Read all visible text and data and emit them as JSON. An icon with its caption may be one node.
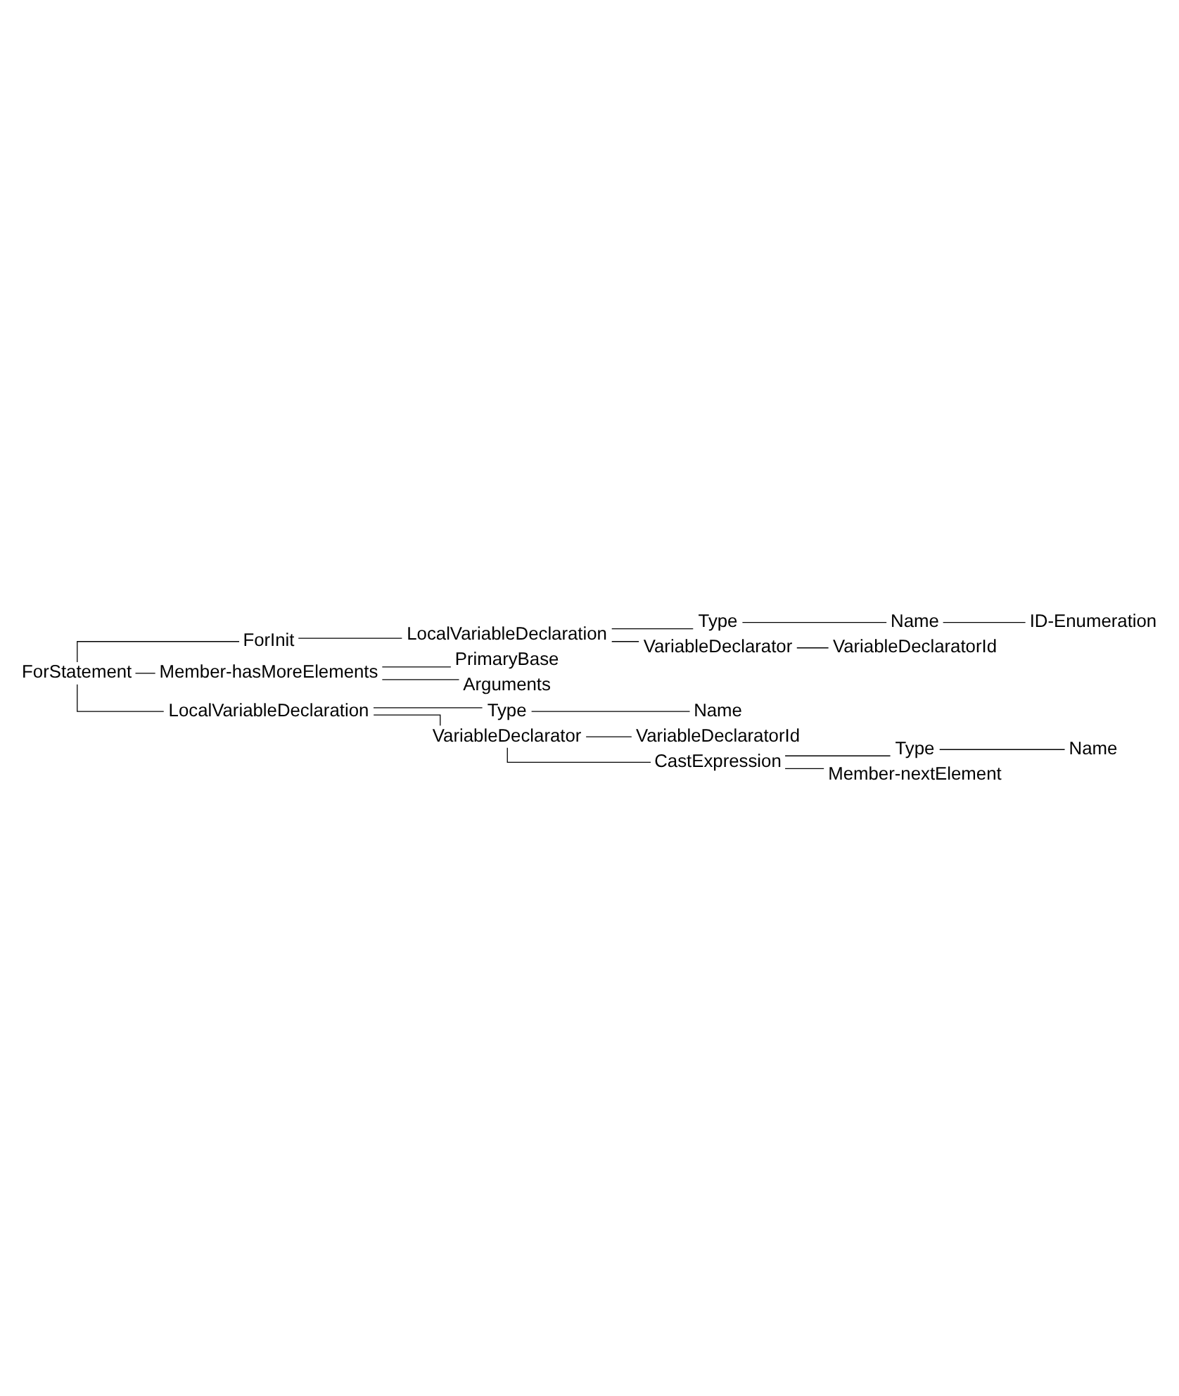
{
  "diagram": {
    "nodes": [
      {
        "text": [
          "ForStatement"
        ]
      },
      {
        "text": [
          "ForInit"
        ]
      },
      {
        "text": [
          "LocalVariableDeclaration"
        ]
      },
      {
        "text": [
          "Type"
        ]
      },
      {
        "text": [
          "Name"
        ]
      },
      {
        "text": [
          "ID-Enumeration"
        ]
      },
      {
        "text": [
          "VariableDeclarator"
        ]
      },
      {
        "text": [
          "VariableDeclaratorId"
        ]
      },
      {
        "text": [
          "Member-hasMoreElements"
        ]
      },
      {
        "text": [
          "PrimaryBase"
        ]
      },
      {
        "text": [
          "Arguments"
        ]
      },
      {
        "text": [
          "LocalVariableDeclaration"
        ]
      },
      {
        "text": [
          "Type"
        ]
      },
      {
        "text": [
          "Name"
        ]
      },
      {
        "text": [
          "VariableDeclarator"
        ]
      },
      {
        "text": [
          "VariableDeclaratorId"
        ]
      },
      {
        "text": [
          "CastExpression"
        ]
      },
      {
        "text": [
          "Type"
        ]
      },
      {
        "text": [
          "Name"
        ]
      },
      {
        "text": [
          "Member-nextElement"
        ]
      }
    ],
    "edges": [
      {
        "from": 0,
        "to": 1,
        "arrow": "none"
      },
      {
        "from": 1,
        "to": 2,
        "arrow": "none"
      },
      {
        "from": 2,
        "to": 3,
        "arrow": "none"
      },
      {
        "from": 3,
        "to": 4,
        "arrow": "none"
      },
      {
        "from": 4,
        "to": 5,
        "arrow": "none"
      },
      {
        "from": 2,
        "to": 6,
        "arrow": "none"
      },
      {
        "from": 6,
        "to": 7,
        "arrow": "none"
      },
      {
        "from": 0,
        "to": 8,
        "arrow": "none"
      },
      {
        "from": 8,
        "to": 9,
        "arrow": "none"
      },
      {
        "from": 8,
        "to": 10,
        "arrow": "none"
      },
      {
        "from": 0,
        "to": 11,
        "arrow": "none"
      },
      {
        "from": 11,
        "to": 12,
        "arrow": "none"
      },
      {
        "from": 12,
        "to": 13,
        "arrow": "none"
      },
      {
        "from": 11,
        "to": 14,
        "arrow": "none"
      },
      {
        "from": 14,
        "to": 15,
        "arrow": "none"
      },
      {
        "from": 14,
        "to": 16,
        "arrow": "none"
      },
      {
        "from": 16,
        "to": 17,
        "arrow": "none"
      },
      {
        "from": 17,
        "to": 18,
        "arrow": "none"
      },
      {
        "from": 16,
        "to": 19,
        "arrow": "none"
      }
    ]
  }
}
